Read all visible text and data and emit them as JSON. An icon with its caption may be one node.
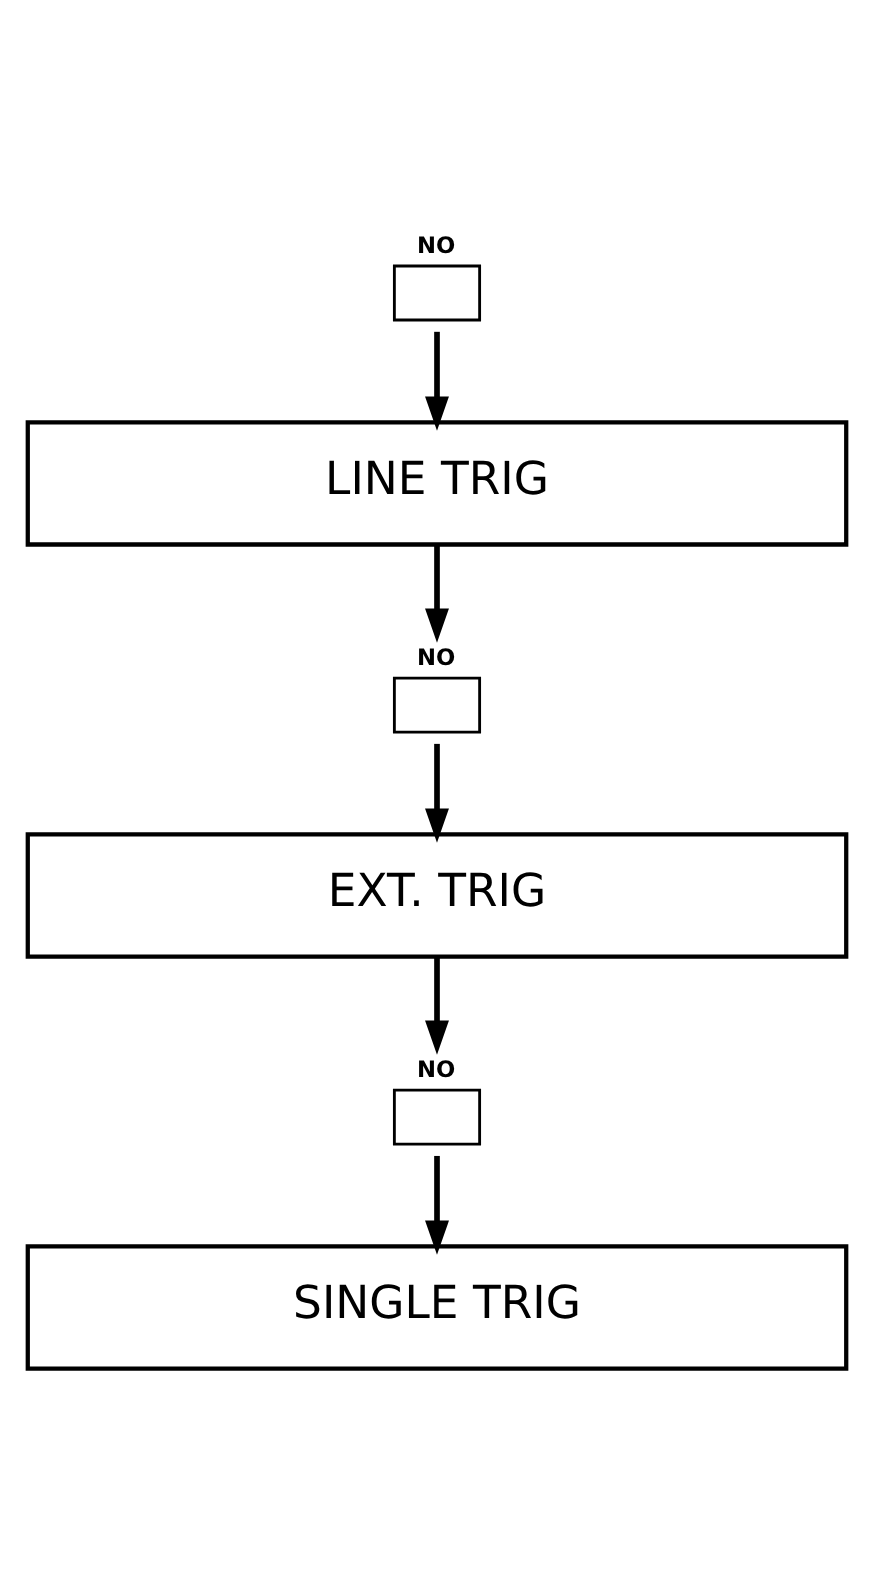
{
  "diagram": {
    "nodes": [
      {
        "text": [
          "NO"
        ]
      },
      {
        "text": [
          "LINE TRIG"
        ]
      },
      {
        "text": [
          "NO"
        ]
      },
      {
        "text": [
          "EXT. TRIG"
        ]
      },
      {
        "text": [
          "NO"
        ]
      },
      {
        "text": [
          "SINGLE TRIG"
        ]
      }
    ],
    "edges": [
      {
        "from": 0,
        "to": 1,
        "arrow": "to"
      },
      {
        "from": 1,
        "to": 2,
        "arrow": "to"
      },
      {
        "from": 2,
        "to": 3,
        "arrow": "to"
      },
      {
        "from": 3,
        "to": 4,
        "arrow": "to"
      },
      {
        "from": 4,
        "to": 5,
        "arrow": "to"
      }
    ]
  }
}
